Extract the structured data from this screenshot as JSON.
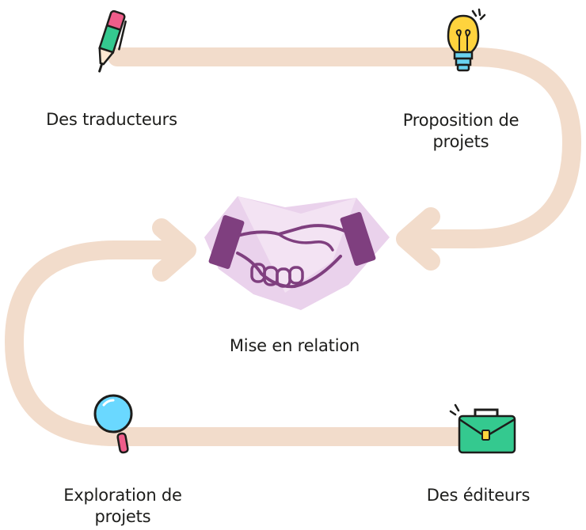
{
  "colors": {
    "track": "#f2dccb",
    "text": "#1d1d1b",
    "handshake_dark": "#7f3f7f",
    "handshake_light": "#ead2ec",
    "pen_pink": "#ef5d8a",
    "pen_green": "#34c98f",
    "bulb_yellow": "#ffd33d",
    "bulb_base": "#6ad3f0",
    "magnifier_blue": "#6ad8ff",
    "magnifier_handle": "#ef5d8a",
    "briefcase_green": "#34c98f",
    "outline": "#1d1d1b"
  },
  "nodes": {
    "translators": {
      "label": "Des traducteurs",
      "icon": "pen-icon"
    },
    "proposal": {
      "label": "Proposition de projets",
      "icon": "lightbulb-icon"
    },
    "center": {
      "label": "Mise en relation",
      "icon": "handshake-icon"
    },
    "explore": {
      "label": "Exploration de projets",
      "icon": "magnifier-icon"
    },
    "publishers": {
      "label": "Des éditeurs",
      "icon": "briefcase-icon"
    }
  }
}
